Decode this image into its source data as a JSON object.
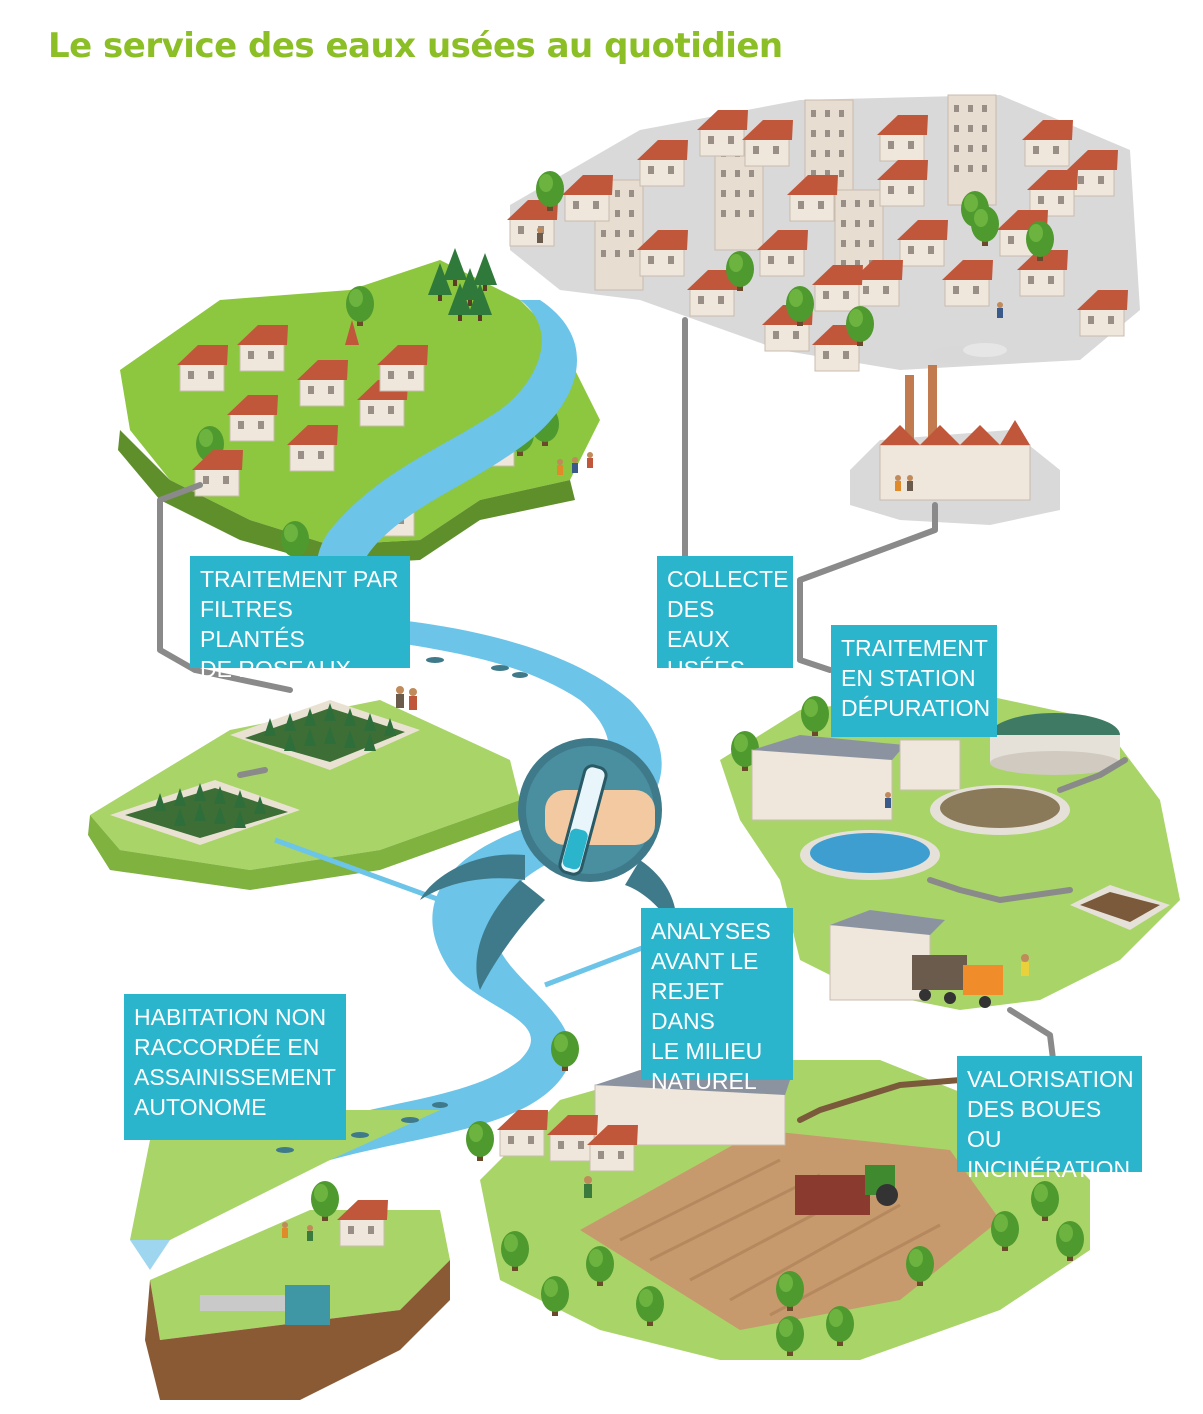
{
  "title": "Le service des eaux usées au quotidien",
  "labels": {
    "reed_beds": "TRAITEMENT PAR\nFILTRES PLANTÉS\nDE ROSEAUX",
    "collection": "COLLECTE\nDES EAUX\nUSÉES",
    "treatment_station": "TRAITEMENT\nEN STATION\nDÉPURATION",
    "analyses": "ANALYSES\nAVANT LE\nREJET DANS\nLE MILIEU\nNATUREL",
    "non_connected_housing": "HABITATION NON\nRACCORDÉE EN\nASSAINISSEMENT\nAUTONOME",
    "sludge_recovery": "VALORISATION\nDES BOUES OU\nINCINÉRATION"
  },
  "colors": {
    "title": "#8cbf26",
    "label_bg": "#2ab5cd",
    "grass": "#8dc63f",
    "grass_light": "#a9d468",
    "river": "#6cc4e8",
    "pipe": "#8a8a8a",
    "roof": "#c0563a",
    "wall": "#efe6dc"
  }
}
